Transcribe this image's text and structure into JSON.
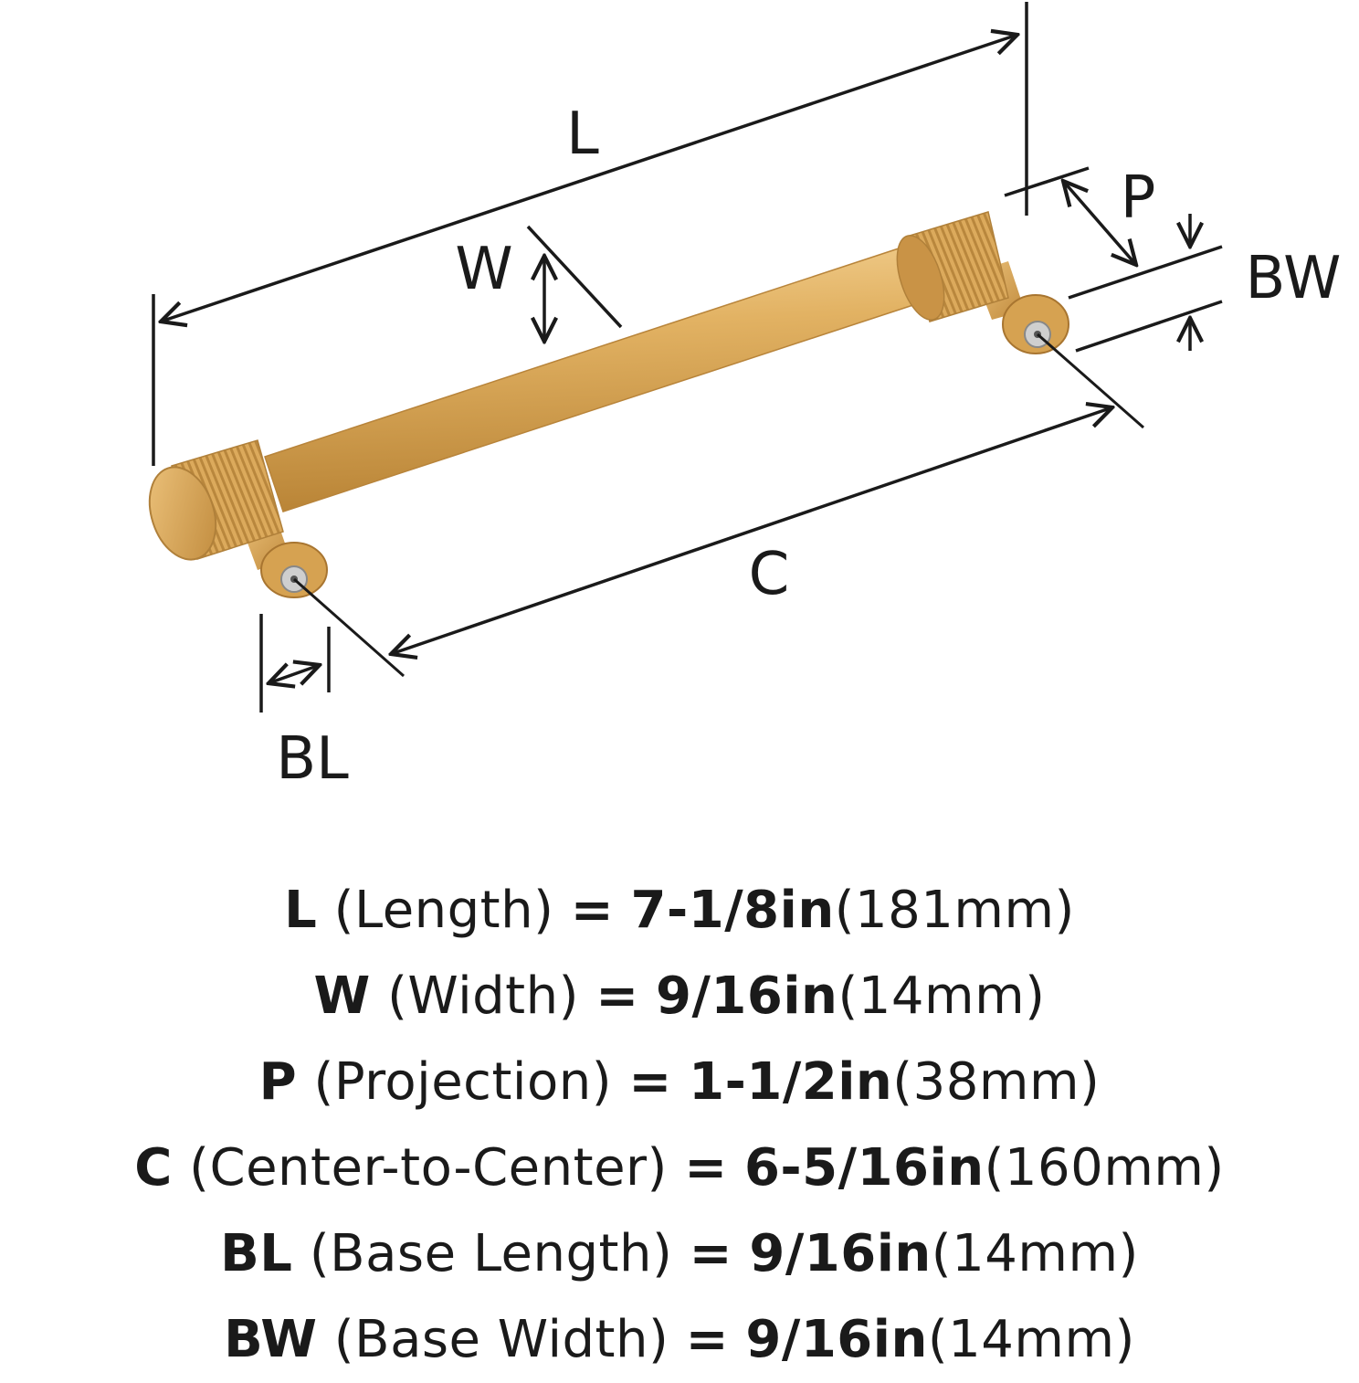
{
  "diagram": {
    "labels": {
      "L": "L",
      "W": "W",
      "P": "P",
      "BW": "BW",
      "C": "C",
      "BL": "BL"
    },
    "colors": {
      "brass_light": "#e9c17a",
      "brass_mid": "#d9a654",
      "brass_dark": "#b8843a",
      "line": "#1a1a1a"
    }
  },
  "specs": [
    {
      "symbol": "L",
      "desc": "(Length)",
      "eq": "=",
      "imperial": "7-1/8in",
      "metric": "(181mm)"
    },
    {
      "symbol": "W",
      "desc": "(Width)",
      "eq": "=",
      "imperial": "9/16in",
      "metric": "(14mm)"
    },
    {
      "symbol": "P",
      "desc": "(Projection)",
      "eq": "=",
      "imperial": "1-1/2in",
      "metric": "(38mm)"
    },
    {
      "symbol": "C",
      "desc": "(Center-to-Center)",
      "eq": "=",
      "imperial": "6-5/16in",
      "metric": "(160mm)"
    },
    {
      "symbol": "BL",
      "desc": "(Base Length)",
      "eq": "=",
      "imperial": "9/16in",
      "metric": "(14mm)"
    },
    {
      "symbol": "BW",
      "desc": "(Base Width)",
      "eq": "=",
      "imperial": "9/16in",
      "metric": "(14mm)"
    }
  ]
}
